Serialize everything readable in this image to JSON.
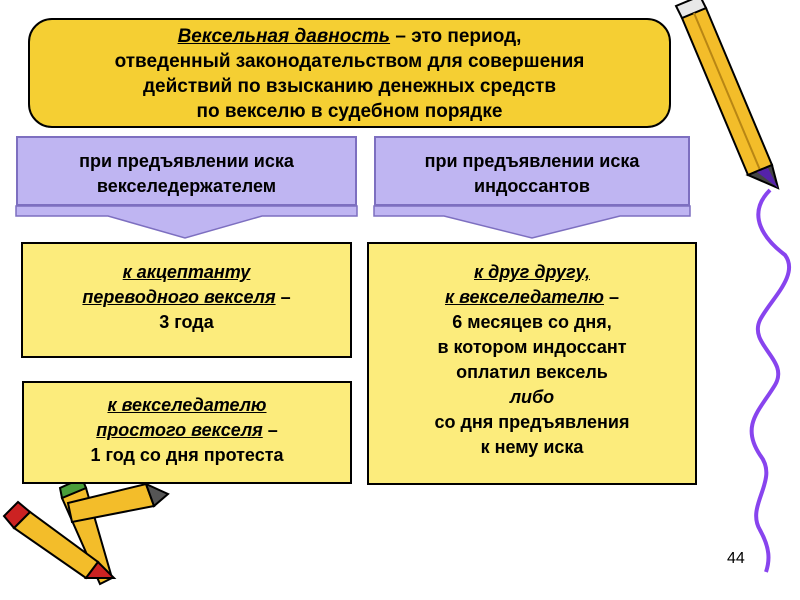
{
  "definition": {
    "term": "Вексельная давность",
    "lines": [
      " – это период,",
      "отведенный законодательством для совершения",
      "действий по взысканию денежных средств",
      "по векселю в судебном порядке"
    ]
  },
  "branches": {
    "holder": {
      "lines": [
        "при предъявлении иска",
        "векселедержателем"
      ]
    },
    "endorsers": {
      "lines": [
        "при предъявлении иска",
        "индоссантов"
      ]
    }
  },
  "results": {
    "acceptor": {
      "underlined": [
        "к акцептанту",
        "переводного векселя"
      ],
      "suffix": " –",
      "term": "3 года"
    },
    "drawer": {
      "underlined": [
        "к векселедателю",
        "простого векселя"
      ],
      "suffix": " –",
      "term": "1 год со дня протеста"
    },
    "endorsers": {
      "underlined": [
        "к друг другу,",
        "к векселедателю"
      ],
      "suffix": " –",
      "lines": [
        "6 месяцев со дня,",
        "в котором индоссант",
        "оплатил вексель"
      ],
      "alt": "либо",
      "alt_lines": [
        "со дня предъявления",
        "к нему иска"
      ]
    }
  },
  "slide_number": "44"
}
